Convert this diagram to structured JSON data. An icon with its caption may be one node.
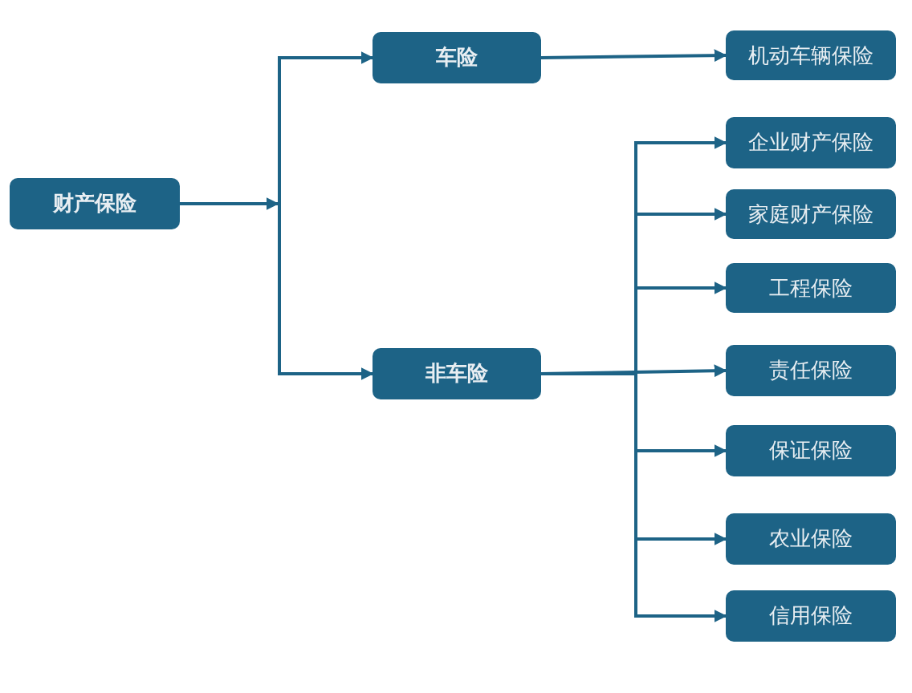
{
  "diagram": {
    "nodes": [
      {
        "text": [
          "财产保险"
        ]
      },
      {
        "text": [
          "车险"
        ]
      },
      {
        "text": [
          "非车险"
        ]
      },
      {
        "text": [
          "机动车辆保险"
        ]
      },
      {
        "text": [
          "企业财产保险"
        ]
      },
      {
        "text": [
          "家庭财产保险"
        ]
      },
      {
        "text": [
          "工程保险"
        ]
      },
      {
        "text": [
          "责任保险"
        ]
      },
      {
        "text": [
          "保证保险"
        ]
      },
      {
        "text": [
          "农业保险"
        ]
      },
      {
        "text": [
          "信用保险"
        ]
      }
    ],
    "edges": [
      {
        "from": 0,
        "to": 1,
        "arrow": "to"
      },
      {
        "from": 0,
        "to": 2,
        "arrow": "to"
      },
      {
        "from": 1,
        "to": 3,
        "arrow": "to"
      },
      {
        "from": 2,
        "to": 4,
        "arrow": "to"
      },
      {
        "from": 2,
        "to": 5,
        "arrow": "to"
      },
      {
        "from": 2,
        "to": 6,
        "arrow": "to"
      },
      {
        "from": 2,
        "to": 7,
        "arrow": "to"
      },
      {
        "from": 2,
        "to": 8,
        "arrow": "to"
      },
      {
        "from": 2,
        "to": 9,
        "arrow": "to"
      },
      {
        "from": 2,
        "to": 10,
        "arrow": "to"
      }
    ]
  }
}
